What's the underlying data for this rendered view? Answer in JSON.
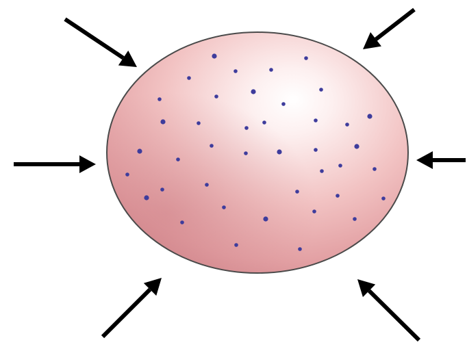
{
  "diagram": {
    "subject": "cell",
    "arrow_count": 6,
    "dot_count": 41,
    "colors": {
      "cell_fill_light": "#fdeeee",
      "cell_fill_mid": "#efb9b9",
      "cell_fill_dark": "#d98f93",
      "cell_outline": "#4a4a4a",
      "dot": "#3e3c9c",
      "arrow": "#000000"
    }
  }
}
